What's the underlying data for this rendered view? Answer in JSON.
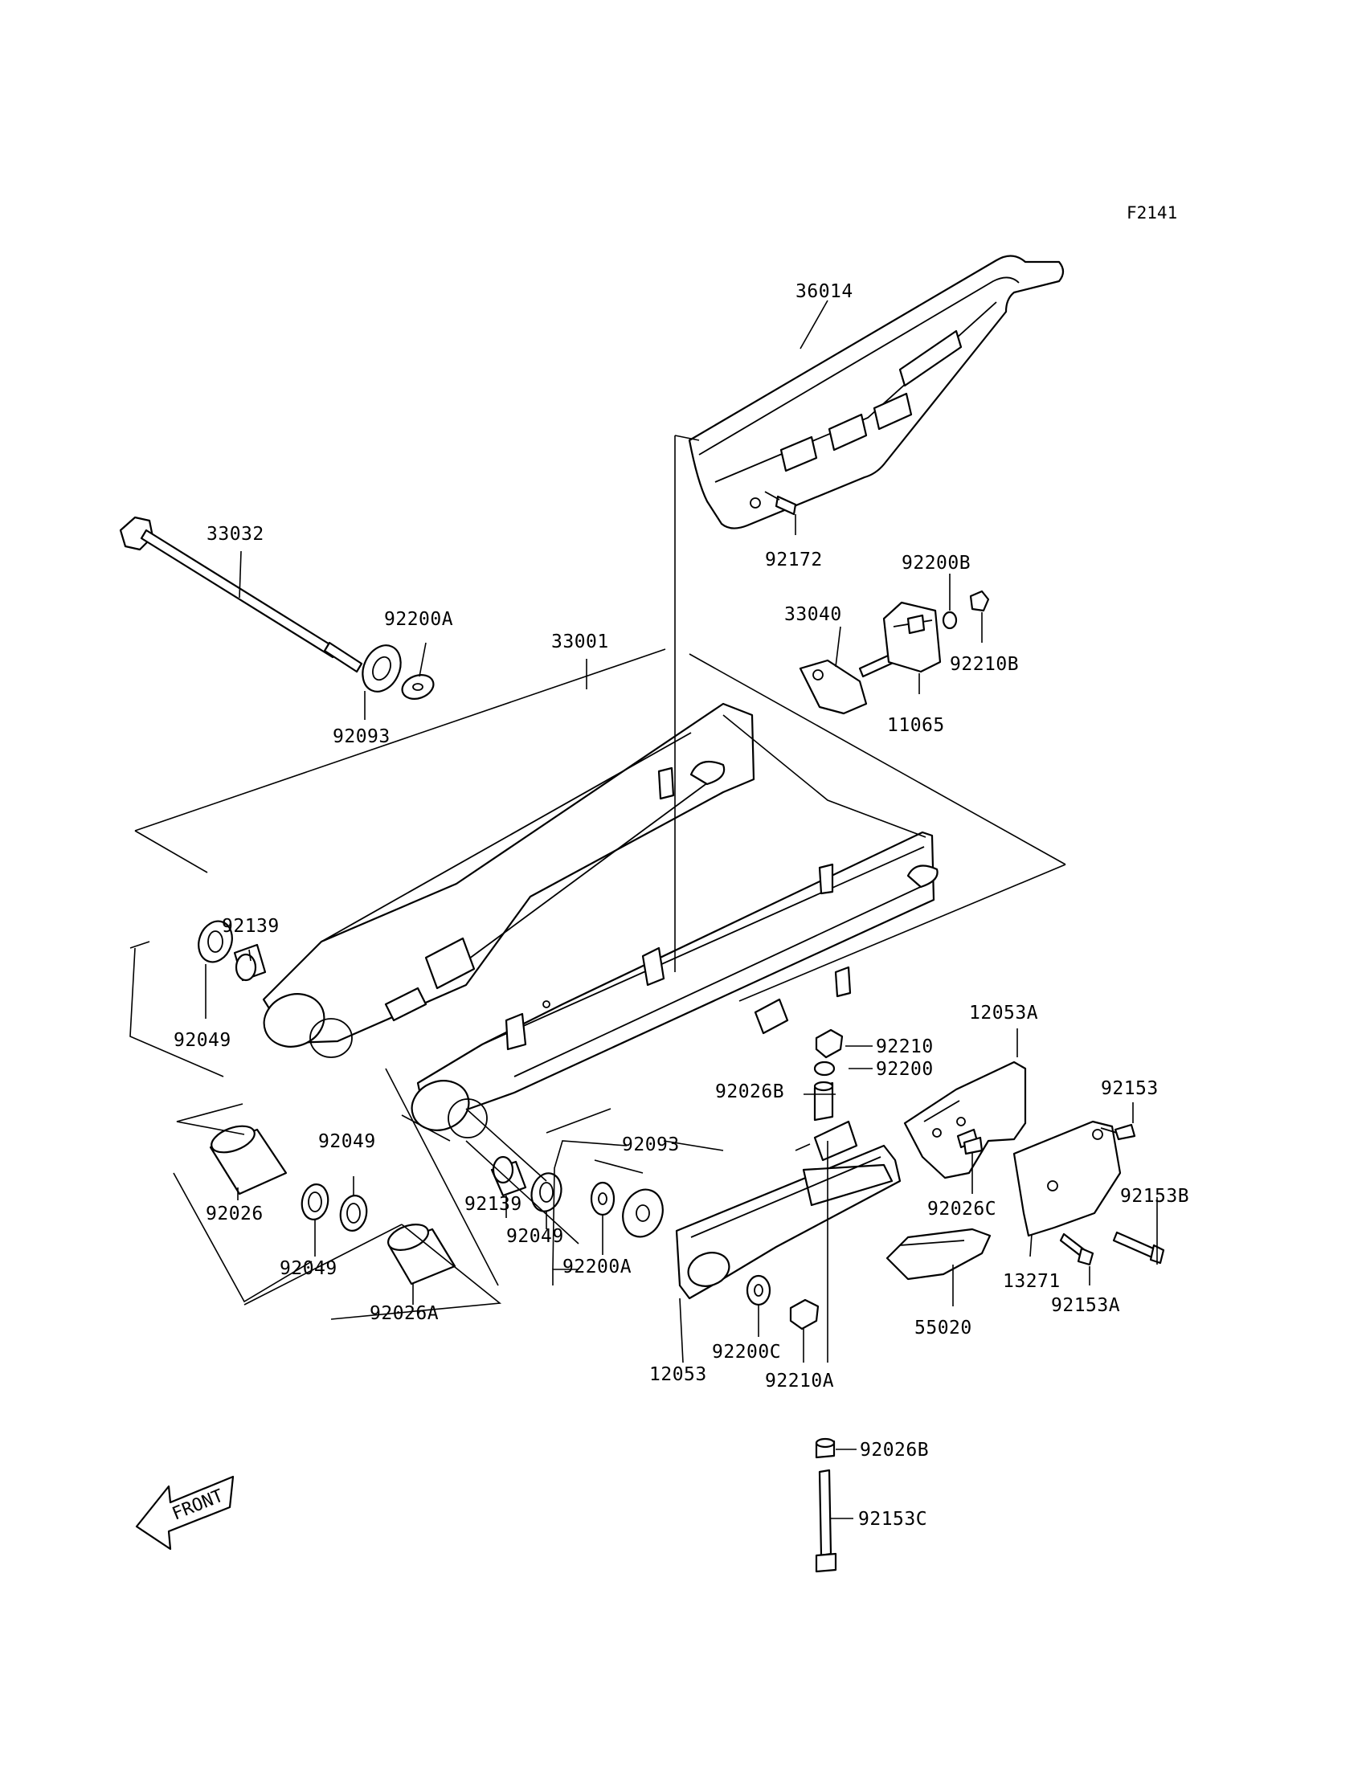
{
  "diagram": {
    "code": "F2141",
    "front_label": "FRONT",
    "labels": {
      "36014": "36014",
      "33032": "33032",
      "92172": "92172",
      "92200B": "92200B",
      "33040": "33040",
      "92200A_top": "92200A",
      "33001": "33001",
      "92210B": "92210B",
      "92093_top": "92093",
      "11065": "11065",
      "92139_top": "92139",
      "92049_left": "92049",
      "92210": "92210",
      "12053A": "12053A",
      "92200": "92200",
      "92026B_mid": "92026B",
      "92153": "92153",
      "92049_mid": "92049",
      "92093_mid": "92093",
      "92026": "92026",
      "92139_mid": "92139",
      "92026C": "92026C",
      "92153B": "92153B",
      "92049_low": "92049",
      "92049_low2": "92049",
      "92200A_low": "92200A",
      "13271": "13271",
      "92153A": "92153A",
      "92026A": "92026A",
      "55020": "55020",
      "92200C": "92200C",
      "12053": "12053",
      "92210A": "92210A",
      "92026B_low": "92026B",
      "92153C": "92153C"
    }
  }
}
